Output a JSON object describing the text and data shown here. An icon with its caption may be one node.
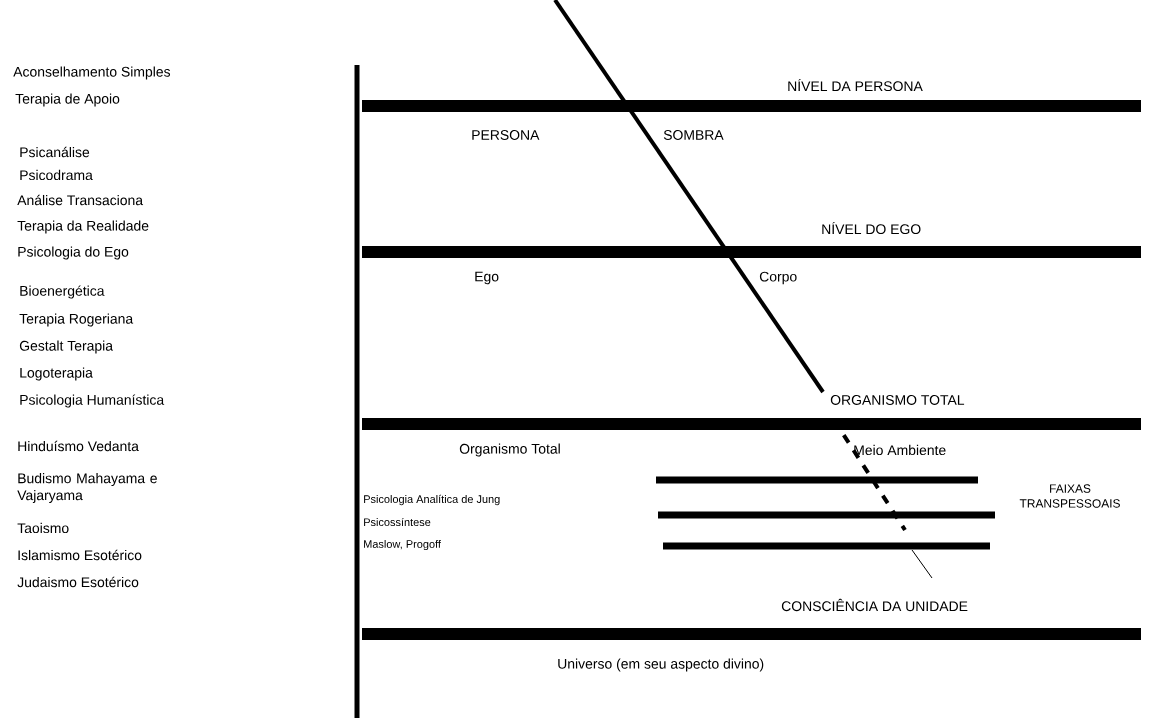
{
  "diagram": {
    "labels": [
      "Aconselhamento Simples",
      "Terapia de Apoio",
      "Psicanálise",
      "Psicodrama",
      "Análise Transaciona",
      "Terapia da Realidade",
      "Psicologia do Ego",
      "Bioenergética",
      "Terapia Rogeriana",
      "Gestalt Terapia",
      "Logoterapia",
      "Psicologia Humanística",
      "Hinduísmo Vedanta",
      "Budismo Mahayama e Vajaryama",
      "Taoismo",
      "Islamismo Esotérico",
      "Judaismo Esotérico",
      "NÍVEL DA PERSONA",
      "PERSONA",
      "SOMBRA",
      "NÍVEL DO EGO",
      "Ego",
      "Corpo",
      "ORGANISMO TOTAL",
      "Organismo Total",
      "Meio Ambiente",
      "Psicologia Analítica de Jung",
      "FAIXAS TRANSPESSOAIS",
      "Psicossíntese",
      "Maslow, Progoff",
      "CONSCIÊNCIA DA UNIDADE",
      "Universo (em seu aspecto divino)"
    ]
  }
}
